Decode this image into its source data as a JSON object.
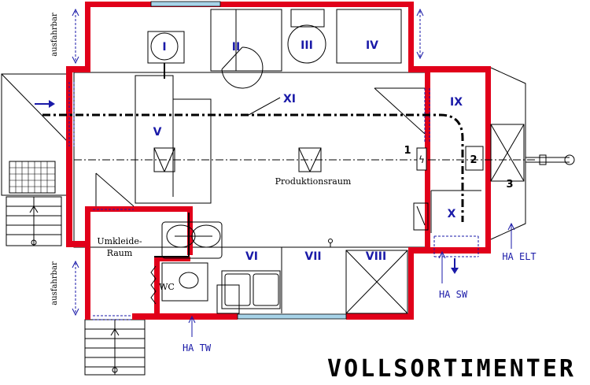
{
  "title": "VOLLSORTIMENTER",
  "room_labels": {
    "production": "Produktionsraum",
    "changing_room_line1": "Umkleide-",
    "changing_room_line2": "Raum",
    "wc": "WC"
  },
  "equipment": {
    "I": "I",
    "II": "II",
    "III": "III",
    "IV": "IV",
    "V": "V",
    "VI": "VI",
    "VII": "VII",
    "VIII": "VIII",
    "IX": "IX",
    "X": "X",
    "XI": "XI"
  },
  "numbers": {
    "n1": "1",
    "n2": "2",
    "n3": "3"
  },
  "connections": {
    "tw": "HA  TW",
    "sw": "HA  SW",
    "elt": "HA  ELT"
  },
  "side_labels": {
    "top": "ausfahrbar",
    "bottom": "ausfahrbar"
  },
  "colors": {
    "wall": "#e1001a",
    "ink": "#000000",
    "blue": "#1a1aa8",
    "window": "#a7d3e8"
  }
}
